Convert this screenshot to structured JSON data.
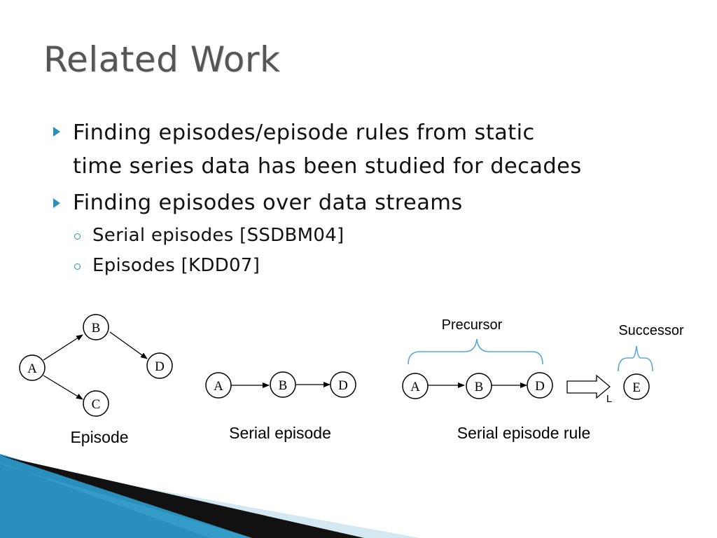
{
  "slide": {
    "title": "Related Work"
  },
  "bullets": [
    {
      "lines": [
        "Finding episodes/episode rules from static",
        "time series data has been studied for decades"
      ],
      "sub": []
    },
    {
      "lines": [
        "Finding episodes over data streams"
      ],
      "sub": [
        "Serial episodes [SSDBM04]",
        "Episodes [KDD07]"
      ]
    }
  ],
  "diagrams": {
    "episode": {
      "nodes": [
        "A",
        "B",
        "C",
        "D"
      ],
      "caption": "Episode"
    },
    "serial_episode": {
      "nodes": [
        "A",
        "B",
        "D"
      ],
      "caption": "Serial episode"
    },
    "serial_episode_rule": {
      "nodes": [
        "A",
        "B",
        "D",
        "E"
      ],
      "precursor_label": "Precursor",
      "successor_label": "Successor",
      "lag_label": "L",
      "caption": "Serial episode rule"
    }
  },
  "colors": {
    "title": "#565656",
    "bullet_marker": "#2e8fb5",
    "brace": "#5aa9d6",
    "corner_dark": "#111111",
    "corner_blue": "#2a8fbd",
    "corner_light": "#d4e8f2"
  }
}
